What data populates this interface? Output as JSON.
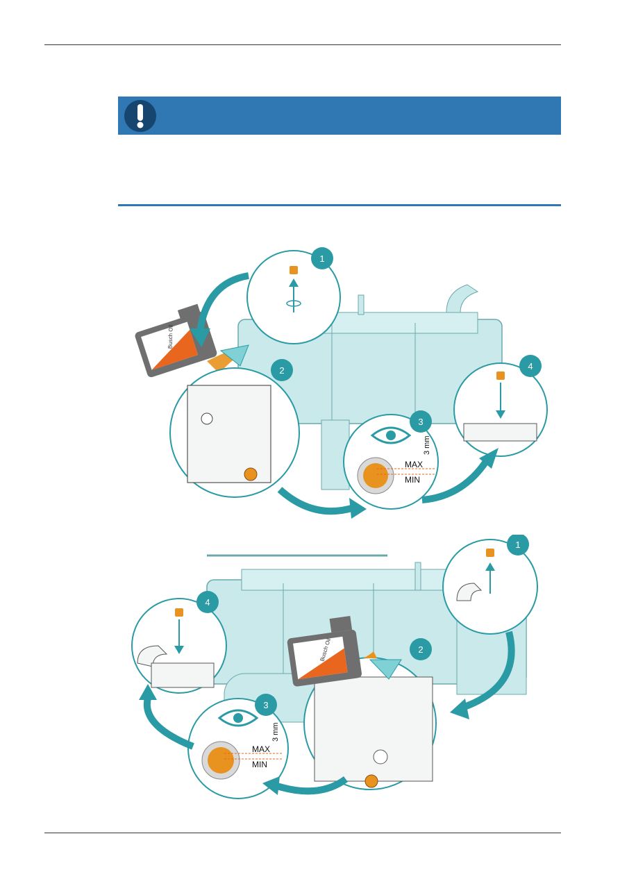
{
  "notice": {
    "icon": "exclamation-icon",
    "color": "#2f78b4"
  },
  "figure_top": {
    "steps": [
      "1",
      "2",
      "3",
      "4"
    ],
    "can_label": "Busch Oil",
    "sight_glass": {
      "max_label": "MAX",
      "min_label": "MIN",
      "gap_label": "3 mm"
    }
  },
  "figure_bottom": {
    "steps": [
      "1",
      "2",
      "3",
      "4"
    ],
    "can_label": "Busch Oil",
    "sight_glass": {
      "max_label": "MAX",
      "min_label": "MIN",
      "gap_label": "3 mm"
    }
  },
  "colors": {
    "teal": "#2a9aa4",
    "pump_body": "#c9e9ea",
    "oil": "#e8921f",
    "can_orange": "#e8661e",
    "can_grey": "#6f6f6f"
  }
}
